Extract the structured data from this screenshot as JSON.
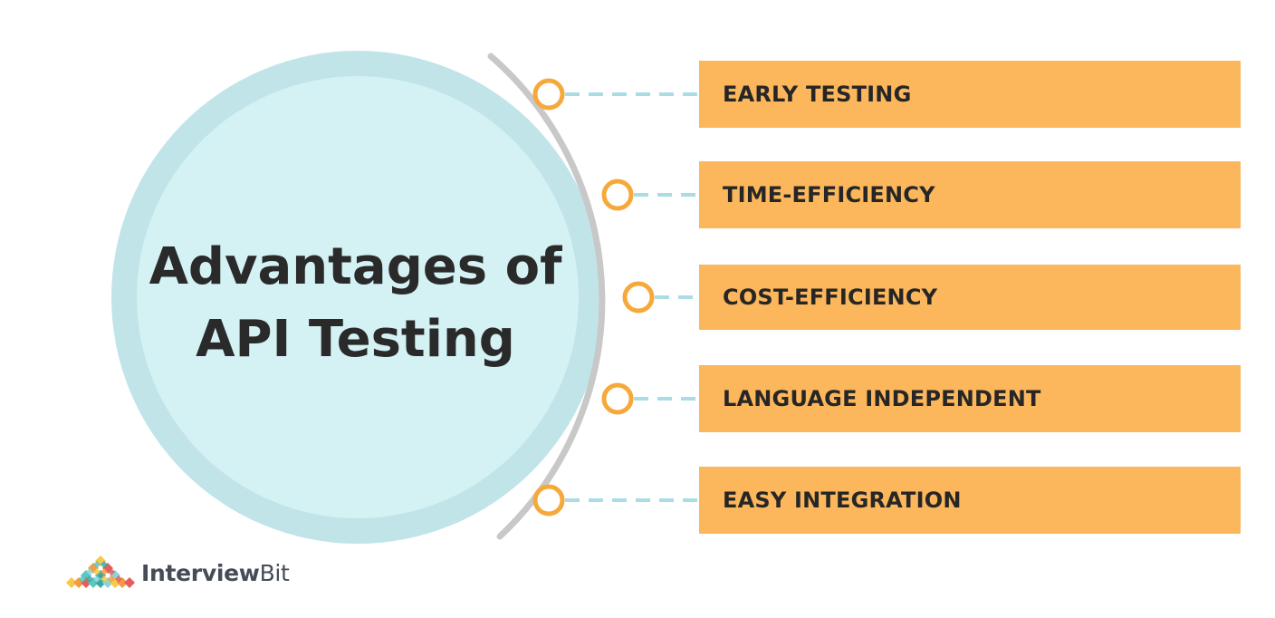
{
  "center": {
    "title_line1": "Advantages of",
    "title_line2": "API Testing"
  },
  "items": [
    {
      "label": "EARLY TESTING"
    },
    {
      "label": "TIME-EFFICIENCY"
    },
    {
      "label": "COST-EFFICIENCY"
    },
    {
      "label": "LANGUAGE INDEPENDENT"
    },
    {
      "label": "EASY INTEGRATION"
    }
  ],
  "logo": {
    "text": "InterviewBit",
    "text_bold_part": "Interview",
    "text_light_part": "Bit"
  },
  "colors": {
    "circle_outer": "#c1e4e9",
    "circle_inner": "#d4f1f4",
    "arc": "#c8c8c8",
    "node_stroke": "#f6a93b",
    "connector": "#a9dde3",
    "item_fill": "#fcb65b",
    "text_dark": "#2a2a2a"
  }
}
